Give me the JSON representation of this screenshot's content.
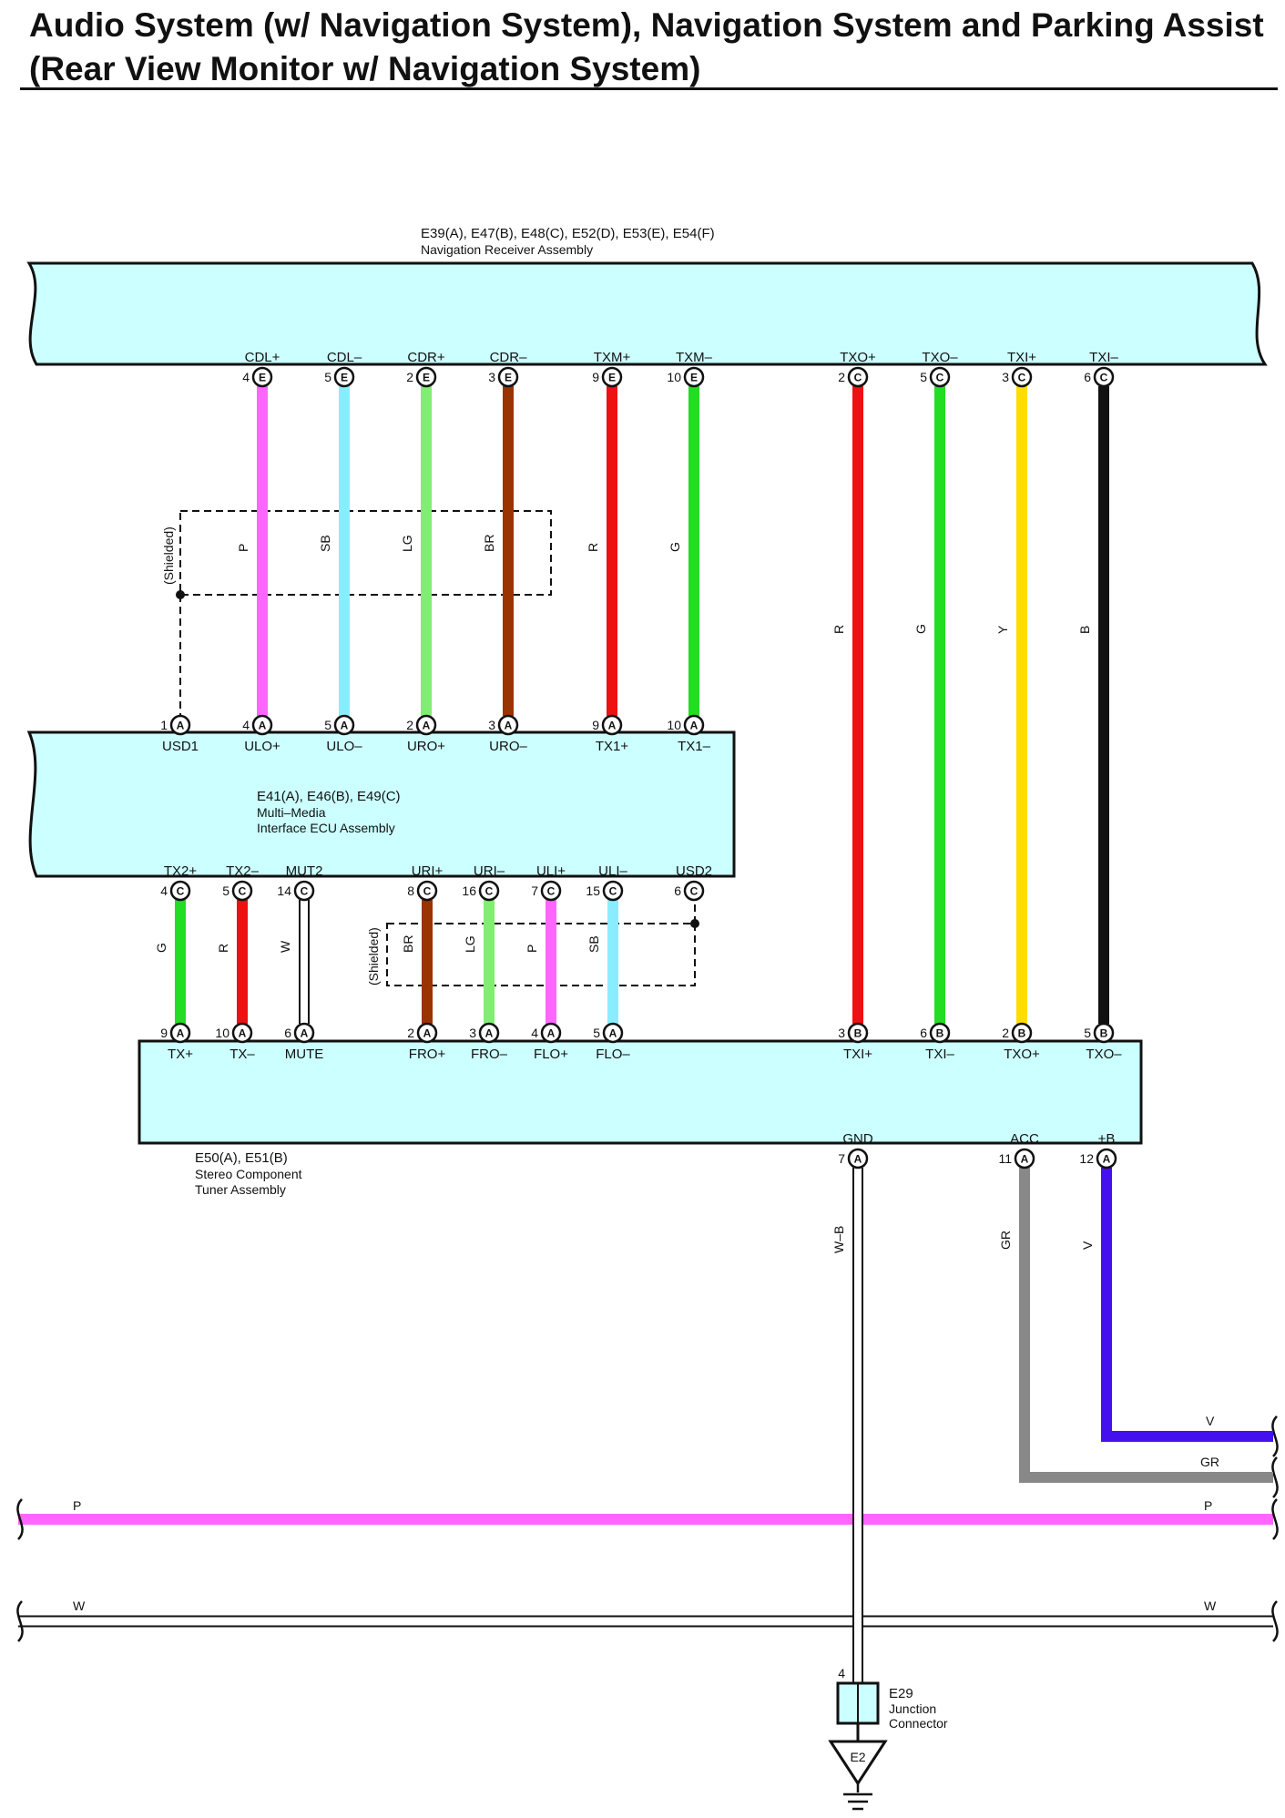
{
  "page": {
    "title": "Audio System (w/ Navigation System), Navigation System and Parking Assist (Rear View Monitor w/ Navigation System)"
  },
  "components": {
    "nav": {
      "code": "E39(A), E47(B), E48(C), E52(D), E53(E), E54(F)",
      "name": "Navigation Receiver Assembly"
    },
    "mm": {
      "code": "E41(A), E46(B), E49(C)",
      "name_1": "Multi–Media",
      "name_2": "Interface ECU Assembly"
    },
    "stereo": {
      "code": "E50(A), E51(B)",
      "name_1": "Stereo Component",
      "name_2": "Tuner Assembly"
    },
    "jc": {
      "code": "E29",
      "name_1": "Junction",
      "name_2": "Connector",
      "pin": "4"
    },
    "ground": {
      "label": "E2"
    }
  },
  "shield_label": "(Shielded)",
  "pins": [
    {
      "id": "nav-cdl-plus",
      "label": "CDL+",
      "num": "4",
      "conn": "E"
    },
    {
      "id": "nav-cdl-minus",
      "label": "CDL–",
      "num": "5",
      "conn": "E"
    },
    {
      "id": "nav-cdr-plus",
      "label": "CDR+",
      "num": "2",
      "conn": "E"
    },
    {
      "id": "nav-cdr-minus",
      "label": "CDR–",
      "num": "3",
      "conn": "E"
    },
    {
      "id": "nav-txm-plus",
      "label": "TXM+",
      "num": "9",
      "conn": "E"
    },
    {
      "id": "nav-txm-minus",
      "label": "TXM–",
      "num": "10",
      "conn": "E"
    },
    {
      "id": "nav-txo-plus",
      "label": "TXO+",
      "num": "2",
      "conn": "C"
    },
    {
      "id": "nav-txo-minus",
      "label": "TXO–",
      "num": "5",
      "conn": "C"
    },
    {
      "id": "nav-txi-plus",
      "label": "TXI+",
      "num": "3",
      "conn": "C"
    },
    {
      "id": "nav-txi-minus",
      "label": "TXI–",
      "num": "6",
      "conn": "C"
    },
    {
      "id": "mm-usd1",
      "label": "USD1",
      "num": "1",
      "conn": "A"
    },
    {
      "id": "mm-ulo-plus",
      "label": "ULO+",
      "num": "4",
      "conn": "A"
    },
    {
      "id": "mm-ulo-minus",
      "label": "ULO–",
      "num": "5",
      "conn": "A"
    },
    {
      "id": "mm-uro-plus",
      "label": "URO+",
      "num": "2",
      "conn": "A"
    },
    {
      "id": "mm-uro-minus",
      "label": "URO–",
      "num": "3",
      "conn": "A"
    },
    {
      "id": "mm-tx1-plus",
      "label": "TX1+",
      "num": "9",
      "conn": "A"
    },
    {
      "id": "mm-tx1-minus",
      "label": "TX1–",
      "num": "10",
      "conn": "A"
    },
    {
      "id": "mm-tx2-plus",
      "label": "TX2+",
      "num": "4",
      "conn": "C"
    },
    {
      "id": "mm-tx2-minus",
      "label": "TX2–",
      "num": "5",
      "conn": "C"
    },
    {
      "id": "mm-mut2",
      "label": "MUT2",
      "num": "14",
      "conn": "C"
    },
    {
      "id": "mm-uri-plus",
      "label": "URI+",
      "num": "8",
      "conn": "C"
    },
    {
      "id": "mm-uri-minus",
      "label": "URI–",
      "num": "16",
      "conn": "C"
    },
    {
      "id": "mm-uli-plus",
      "label": "ULI+",
      "num": "7",
      "conn": "C"
    },
    {
      "id": "mm-uli-minus",
      "label": "ULI–",
      "num": "15",
      "conn": "C"
    },
    {
      "id": "mm-usd2",
      "label": "USD2",
      "num": "6",
      "conn": "C"
    },
    {
      "id": "st-tx-plus",
      "label": "TX+",
      "num": "9",
      "conn": "A"
    },
    {
      "id": "st-tx-minus",
      "label": "TX–",
      "num": "10",
      "conn": "A"
    },
    {
      "id": "st-mute",
      "label": "MUTE",
      "num": "6",
      "conn": "A"
    },
    {
      "id": "st-fro-plus",
      "label": "FRO+",
      "num": "2",
      "conn": "A"
    },
    {
      "id": "st-fro-minus",
      "label": "FRO–",
      "num": "3",
      "conn": "A"
    },
    {
      "id": "st-flo-plus",
      "label": "FLO+",
      "num": "4",
      "conn": "A"
    },
    {
      "id": "st-flo-minus",
      "label": "FLO–",
      "num": "5",
      "conn": "A"
    },
    {
      "id": "st-txi-plus",
      "label": "TXI+",
      "num": "3",
      "conn": "B"
    },
    {
      "id": "st-txi-minus",
      "label": "TXI–",
      "num": "6",
      "conn": "B"
    },
    {
      "id": "st-txo-plus",
      "label": "TXO+",
      "num": "2",
      "conn": "B"
    },
    {
      "id": "st-txo-minus",
      "label": "TXO–",
      "num": "5",
      "conn": "B"
    },
    {
      "id": "st-gnd",
      "label": "GND",
      "num": "7",
      "conn": "A"
    },
    {
      "id": "st-acc",
      "label": "ACC",
      "num": "11",
      "conn": "A"
    },
    {
      "id": "st-plus-b",
      "label": "+B",
      "num": "12",
      "conn": "A"
    }
  ],
  "wires": [
    {
      "id": "cdl-plus-ulo-plus",
      "code": "P",
      "color": "#ff66ff"
    },
    {
      "id": "cdl-minus-ulo-minus",
      "code": "SB",
      "color": "#88eeff"
    },
    {
      "id": "cdr-plus-uro-plus",
      "code": "LG",
      "color": "#80ee70"
    },
    {
      "id": "cdr-minus-uro-minus",
      "code": "BR",
      "color": "#993300"
    },
    {
      "id": "txm-plus-tx1-plus",
      "code": "R",
      "color": "#ee1111"
    },
    {
      "id": "txm-minus-tx1-minus",
      "code": "G",
      "color": "#22dd22"
    },
    {
      "id": "txo-plus-txi-plus",
      "code": "R",
      "color": "#ee1111"
    },
    {
      "id": "txo-minus-txi-minus",
      "code": "G",
      "color": "#22dd22"
    },
    {
      "id": "txi-plus-txo-plus",
      "code": "Y",
      "color": "#ffdd00"
    },
    {
      "id": "txi-minus-txo-minus",
      "code": "B",
      "color": "#111111"
    },
    {
      "id": "tx2-plus-tx-plus",
      "code": "G",
      "color": "#22dd22"
    },
    {
      "id": "tx2-minus-tx-minus",
      "code": "R",
      "color": "#ee1111"
    },
    {
      "id": "mut2-mute",
      "code": "W",
      "color": "#ffffff"
    },
    {
      "id": "uri-plus-fro-plus",
      "code": "BR",
      "color": "#993300"
    },
    {
      "id": "uri-minus-fro-minus",
      "code": "LG",
      "color": "#80ee70"
    },
    {
      "id": "uli-plus-flo-plus",
      "code": "P",
      "color": "#ff66ff"
    },
    {
      "id": "uli-minus-flo-minus",
      "code": "SB",
      "color": "#88eeff"
    },
    {
      "id": "gnd-e29",
      "code": "W–B",
      "color": "#ffffff"
    },
    {
      "id": "acc-gr",
      "code": "GR",
      "color": "#888888"
    },
    {
      "id": "plus-b-v",
      "code": "V",
      "color": "#4411ee"
    }
  ],
  "bus": {
    "v_left": "V",
    "gr_left": "GR",
    "p_left": "P",
    "p_right": "P",
    "w_left": "W",
    "w_right": "W"
  },
  "colors": {
    "box_fill": "#ccffff",
    "outline": "#111111"
  }
}
